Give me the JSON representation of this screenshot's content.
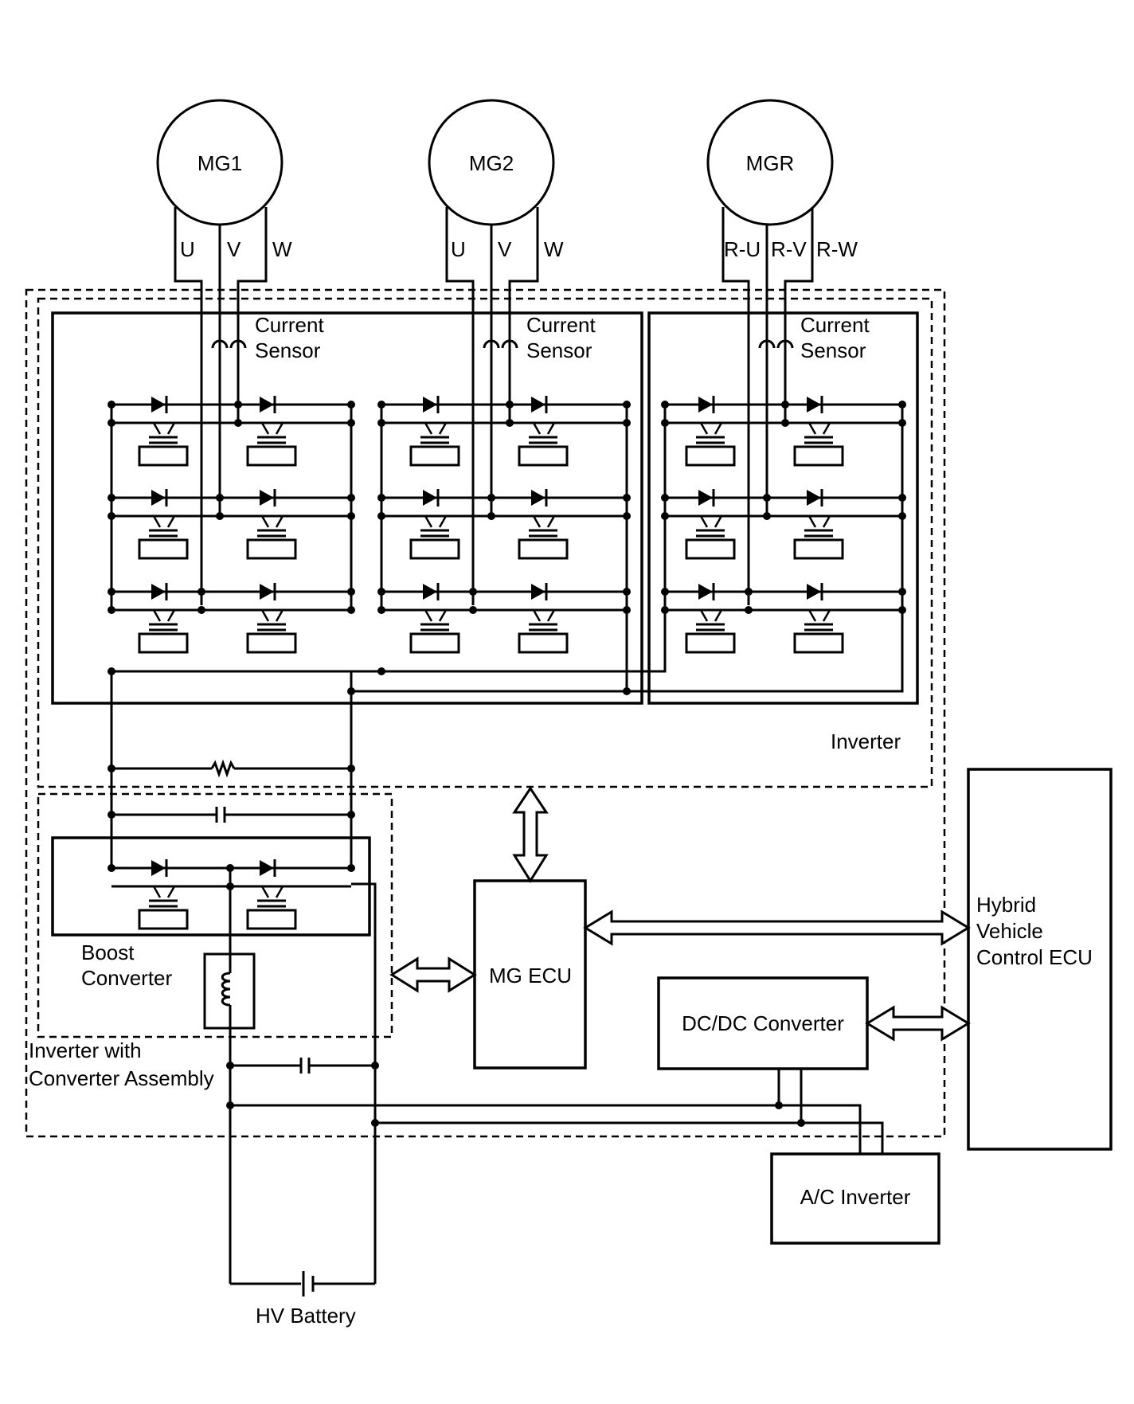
{
  "motors": {
    "mg1": {
      "name": "MG1",
      "phases": [
        "U",
        "V",
        "W"
      ]
    },
    "mg2": {
      "name": "MG2",
      "phases": [
        "U",
        "V",
        "W"
      ]
    },
    "mgr": {
      "name": "MGR",
      "phases": [
        "R-U",
        "R-V",
        "R-W"
      ]
    }
  },
  "current_sensor": {
    "line1": "Current",
    "line2": "Sensor"
  },
  "blocks": {
    "inverter": "Inverter",
    "boost_converter": {
      "line1": "Boost",
      "line2": "Converter"
    },
    "assembly": {
      "line1": "Inverter with",
      "line2": "Converter Assembly"
    },
    "mg_ecu": "MG ECU",
    "dcdc_converter": "DC/DC Converter",
    "hybrid_ecu": {
      "line1": "Hybrid",
      "line2": "Vehicle",
      "line3": "Control ECU"
    },
    "ac_inverter": "A/C Inverter",
    "hv_battery": "HV Battery"
  }
}
